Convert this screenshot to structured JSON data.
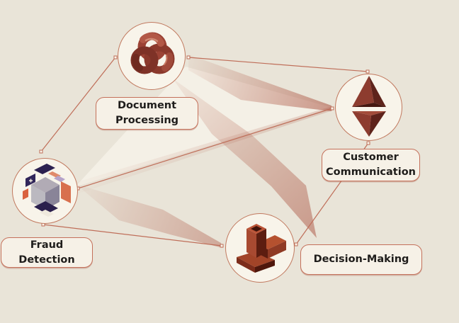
{
  "diagram": {
    "background_color": "#e9e4d8",
    "accent_color": "#c4705a",
    "node_fill_color": "#f8f4ea",
    "label_fill_color": "#f6f1e7",
    "label_text_color": "#1f1d1b",
    "beam_color": "#b05844",
    "nodes": [
      {
        "id": "document-processing",
        "label_lines": [
          "Document",
          "Processing"
        ],
        "icon": "knot-icon"
      },
      {
        "id": "customer-communication",
        "label_lines": [
          "Customer",
          "Communication"
        ],
        "icon": "double-pyramid-icon"
      },
      {
        "id": "fraud-detection",
        "label_lines": [
          "Fraud Detection"
        ],
        "icon": "exploded-cube-icon"
      },
      {
        "id": "decision-making",
        "label_lines": [
          "Decision-Making"
        ],
        "icon": "blocks-icon"
      }
    ],
    "edges": [
      {
        "from": "fraud-detection",
        "to": "document-processing"
      },
      {
        "from": "document-processing",
        "to": "customer-communication"
      },
      {
        "from": "fraud-detection",
        "to": "customer-communication"
      },
      {
        "from": "fraud-detection",
        "to": "decision-making"
      },
      {
        "from": "decision-making",
        "to": "customer-communication"
      }
    ],
    "beams": [
      {
        "from": "document-processing",
        "to": "customer-communication"
      },
      {
        "from": "document-processing",
        "to": "decision-making"
      },
      {
        "from": "fraud-detection",
        "to": "decision-making"
      },
      {
        "from": "fraud-detection",
        "to": "customer-communication"
      }
    ]
  }
}
